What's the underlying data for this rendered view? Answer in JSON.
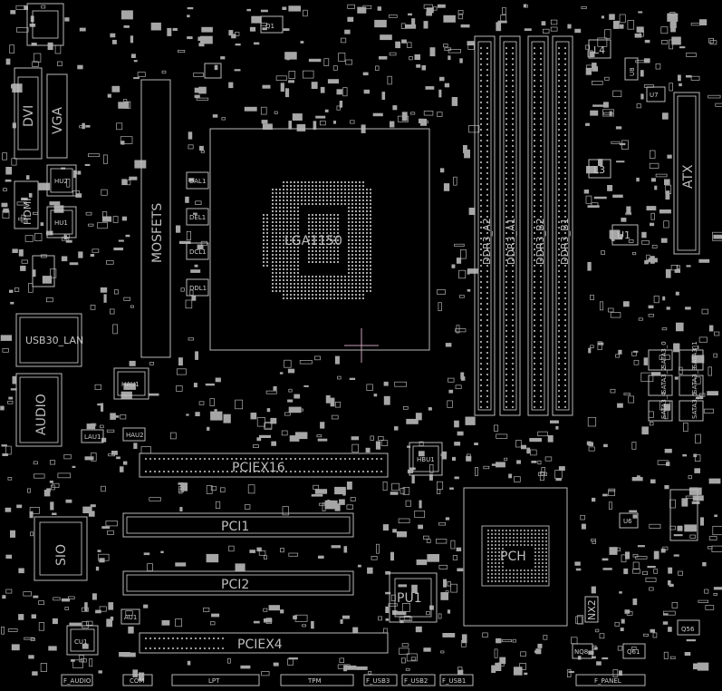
{
  "labels": {
    "dvi": "DVI",
    "vga": "VGA",
    "hdmi": "HDMI",
    "usb_lan": "USB30_LAN",
    "audio": "AUDIO",
    "sio": "SIO",
    "cpu_socket": "LGA1150",
    "mosfets": "MOSFETS",
    "ddr_a1": "DDR3_A1",
    "ddr_a2": "DDR3_A2",
    "ddr_b1": "DDR3_B1",
    "ddr_b2": "DDR3_B2",
    "atx": "ATX",
    "pciex16": "PCIEX16",
    "pci1": "PCI1",
    "pci2": "PCI2",
    "pciex4": "PCIEX4",
    "pu1": "PU1",
    "pch": "PCH",
    "q1": "Q1",
    "l4": "L4",
    "l3": "L3",
    "u1": "U1",
    "u7": "U7",
    "u8": "U8",
    "u6": "U6",
    "hu2": "HU2",
    "hu1": "HU1",
    "hau1": "HAU1",
    "hau2": "HAU2",
    "lau1": "LAU1",
    "hbu1": "HBU1",
    "au1": "AU1",
    "cu1": "CU1",
    "nx2": "NX2",
    "q56": "Q56",
    "q61": "Q61",
    "nq8": "NQ8",
    "dal1": "DAL1",
    "del1": "DEL1",
    "dcl1": "DCL1",
    "ddl1": "DDL1",
    "f_audio": "F_AUDIO",
    "com": "COM",
    "lpt": "LPT",
    "tpm": "TPM",
    "f_usb3": "F_USB3",
    "f_usb2": "F_USB2",
    "f_usb1": "F_USB1",
    "f_panel": "F_PANEL",
    "sata3_0": "SATA3_0",
    "sata3_1": "SATA3_1",
    "sata3_2": "SATA3_2",
    "sata3_3": "SATA3_3",
    "sata3_4": "SATA3_4",
    "sata3_5": "SATA3_5"
  }
}
